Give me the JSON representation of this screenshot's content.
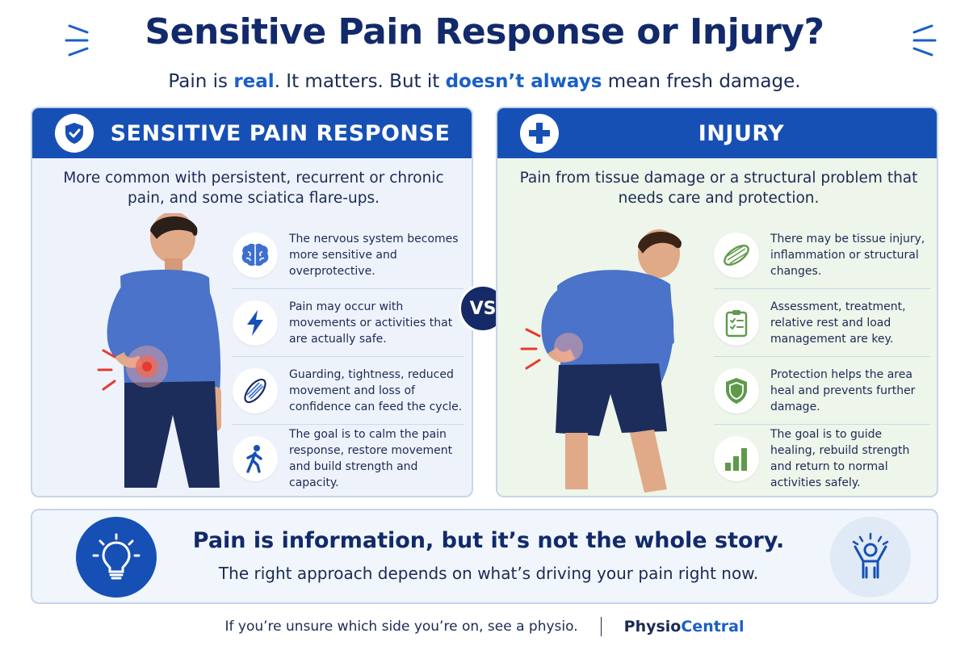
{
  "title": "Sensitive Pain Response or Injury?",
  "subtitle": {
    "part1": "Pain is ",
    "highlight1": "real",
    "part2": ". It matters. But it ",
    "highlight2": "doesn’t always",
    "part3": " mean fresh damage."
  },
  "left_panel": {
    "title": "SENSITIVE PAIN RESPONSE",
    "description": "More common with persistent, recurrent or chronic pain, and some sciatica flare-ups.",
    "items": [
      {
        "icon": "brain-icon",
        "text": "The nervous system becomes more sensitive and overprotective."
      },
      {
        "icon": "lightning-icon",
        "text": "Pain may occur with movements or activities that are actually safe."
      },
      {
        "icon": "muscle-icon",
        "text": "Guarding, tightness, reduced movement and loss of confidence can feed the cycle."
      },
      {
        "icon": "walking-person-icon",
        "text": "The goal is to calm the pain response, restore movement and build strength and capacity."
      }
    ]
  },
  "vs_label": "VS",
  "right_panel": {
    "title": "INJURY",
    "description": "Pain from tissue damage or a structural problem that needs care and protection.",
    "items": [
      {
        "icon": "tissue-icon",
        "text": "There may be tissue injury, inflammation or structural changes."
      },
      {
        "icon": "clipboard-icon",
        "text": "Assessment, treatment, relative rest and load management are key."
      },
      {
        "icon": "shield-icon",
        "text": "Protection helps the area heal and prevents further damage."
      },
      {
        "icon": "bar-chart-icon",
        "text": "The goal is to guide healing, rebuild strength and return to normal activities safely."
      }
    ]
  },
  "bottom": {
    "headline": "Pain is information, but it’s not the whole story.",
    "subline": "The right approach depends on what’s driving your pain right now."
  },
  "footer": {
    "text": "If you’re unsure which side you’re on, see a physio.",
    "brand_part1": "Physio",
    "brand_part2": "Central"
  },
  "colors": {
    "navy": "#122a6b",
    "blue": "#1650b5",
    "accent_blue": "#1a5fc7",
    "green": "#5e9a4a",
    "pain_red": "#e63b2e"
  }
}
